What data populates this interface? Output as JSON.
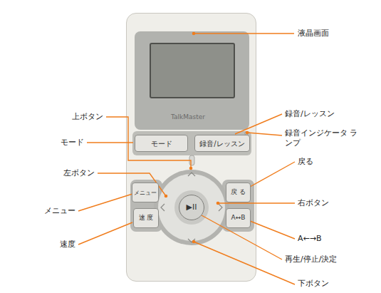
{
  "diagram": {
    "nodes": [
      {
        "text": [
          "TalkMaster"
        ]
      },
      {
        "text": [
          "モード"
        ],
        "in": 0
      },
      {
        "text": [
          "録音/レッスン"
        ],
        "in": 0
      },
      {
        "text": [
          "メニュー"
        ],
        "in": 0
      },
      {
        "text": [
          "速 度"
        ],
        "in": 0
      },
      {
        "text": [
          "戻 る"
        ],
        "in": 0
      },
      {
        "text": [
          "A↔B"
        ],
        "in": 0
      },
      {
        "text": [
          "▶II"
        ],
        "in": 0
      }
    ],
    "labels": [
      "液晶画面",
      "上ボタン",
      "モード",
      "左ボタン",
      "メニュー",
      "速度",
      "録音/レッスン",
      "録音インジケータ ランプ",
      "戻る",
      "右ボタン",
      "A←→B",
      "再生/停止/決定",
      "下ボタン"
    ]
  }
}
